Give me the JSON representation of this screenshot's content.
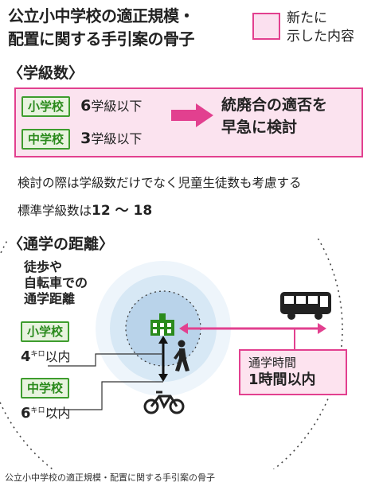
{
  "title_line1": "公立小中学校の適正規模・",
  "title_line2": "配置に関する手引案の骨子",
  "legend_line1": "新たに",
  "legend_line2": "示した内容",
  "section_class": "〈学級数〉",
  "primary_label": "小学校",
  "primary_num": "6",
  "primary_suffix": "学級以下",
  "middle_label": "中学校",
  "middle_num": "3",
  "middle_suffix": "学級以下",
  "verdict_line1": "統廃合の適否を",
  "verdict_line2": "早急に検討",
  "note": "検討の際は学級数だけでなく児童生徒数も考慮する",
  "standard_prefix": "標準学級数は",
  "standard_value": "12 〜 18",
  "section_commute": "〈通学の距離〉",
  "walk_line1": "徒歩や",
  "walk_line2": "自転車での",
  "walk_line3": "通学距離",
  "primary_dist_num": "4",
  "primary_dist_unit": "キロ",
  "primary_dist_suffix": "以内",
  "middle_dist_num": "6",
  "middle_dist_unit": "キロ",
  "middle_dist_suffix": "以内",
  "time_line1": "通学時間",
  "time_line2": "1時間以内",
  "footer": "公立小中学校の適正規模・配置に関する手引案の骨子",
  "colors": {
    "pink": "#e2408f",
    "pink_fill": "#fbe3ef",
    "green": "#3e9d2e",
    "circle_outer": "#eef5fb",
    "circle_mid": "#d7e8f5",
    "circle_inner": "#b9d3ea"
  },
  "icons": [
    "school-icon",
    "walker-icon",
    "bicycle-icon",
    "bus-icon"
  ]
}
